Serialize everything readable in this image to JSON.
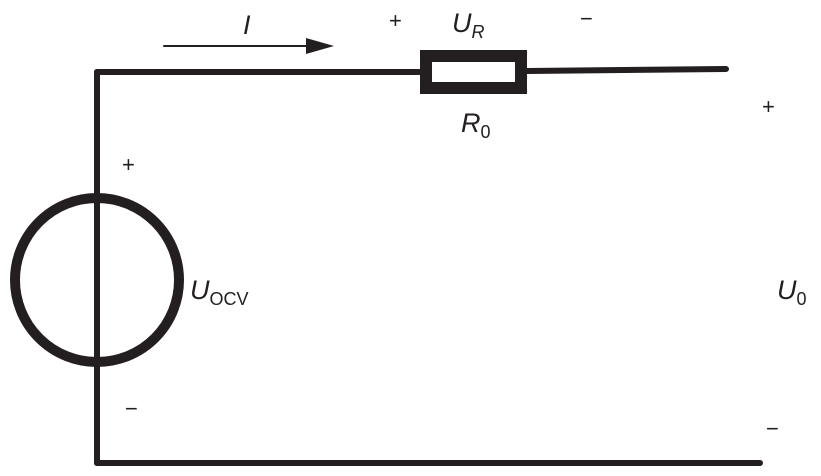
{
  "diagram": {
    "title": "Rint equivalent circuit",
    "current": {
      "symbol": "I"
    },
    "resistor": {
      "symbol": "R",
      "subscript": "0",
      "voltage_symbol": "U",
      "voltage_subscript": "R",
      "plus": "+",
      "minus": "−"
    },
    "source": {
      "symbol": "U",
      "subscript": "OCV",
      "plus": "+",
      "minus": "−"
    },
    "output": {
      "symbol": "U",
      "subscript": "0",
      "plus": "+",
      "minus": "−"
    },
    "colors": {
      "stroke": "#231f20",
      "background": "#ffffff"
    }
  }
}
